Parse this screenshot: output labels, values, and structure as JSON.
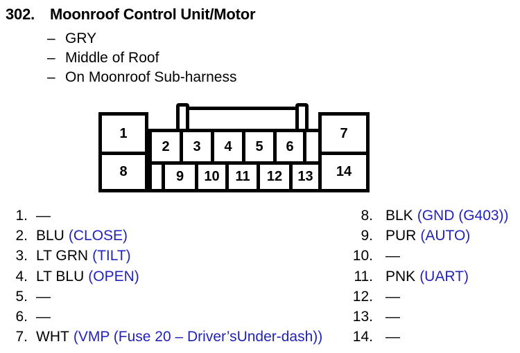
{
  "header": {
    "number": "302.",
    "title": "Moonroof Control Unit/Motor"
  },
  "attributes": [
    {
      "dash": "–",
      "label": "GRY"
    },
    {
      "dash": "–",
      "label": "Middle of Roof"
    },
    {
      "dash": "–",
      "label": "On Moonroof Sub-harness"
    }
  ],
  "connector": {
    "description": "14-pin connector diagram, two rows with top latch",
    "cells": {
      "c1": "1",
      "c2": "2",
      "c3": "3",
      "c4": "4",
      "c5": "5",
      "c6": "6",
      "c7": "7",
      "c8": "8",
      "c9": "9",
      "c10": "10",
      "c11": "11",
      "c12": "12",
      "c13": "13",
      "c14": "14"
    }
  },
  "pins": {
    "left": [
      {
        "num": "1.",
        "wire": "—",
        "func": ""
      },
      {
        "num": "2.",
        "wire": "BLU",
        "func": "(CLOSE)"
      },
      {
        "num": "3.",
        "wire": "LT GRN",
        "func": "(TILT)"
      },
      {
        "num": "4.",
        "wire": "LT BLU",
        "func": "(OPEN)"
      },
      {
        "num": "5.",
        "wire": "—",
        "func": ""
      },
      {
        "num": "6.",
        "wire": "—",
        "func": ""
      },
      {
        "num": "7.",
        "wire": "WHT",
        "func": "(VMP (Fuse 20 – Driver’sUnder-dash))"
      }
    ],
    "right": [
      {
        "num": "8.",
        "wire": "BLK",
        "func": "(GND (G403))"
      },
      {
        "num": "9.",
        "wire": "PUR",
        "func": "(AUTO)"
      },
      {
        "num": "10.",
        "wire": "—",
        "func": ""
      },
      {
        "num": "11.",
        "wire": "PNK",
        "func": "(UART)"
      },
      {
        "num": "12.",
        "wire": "—",
        "func": ""
      },
      {
        "num": "13.",
        "wire": "—",
        "func": ""
      },
      {
        "num": "14.",
        "wire": "—",
        "func": ""
      }
    ]
  },
  "colors": {
    "text_black": "#000000",
    "function_blue": "#2222bd"
  }
}
